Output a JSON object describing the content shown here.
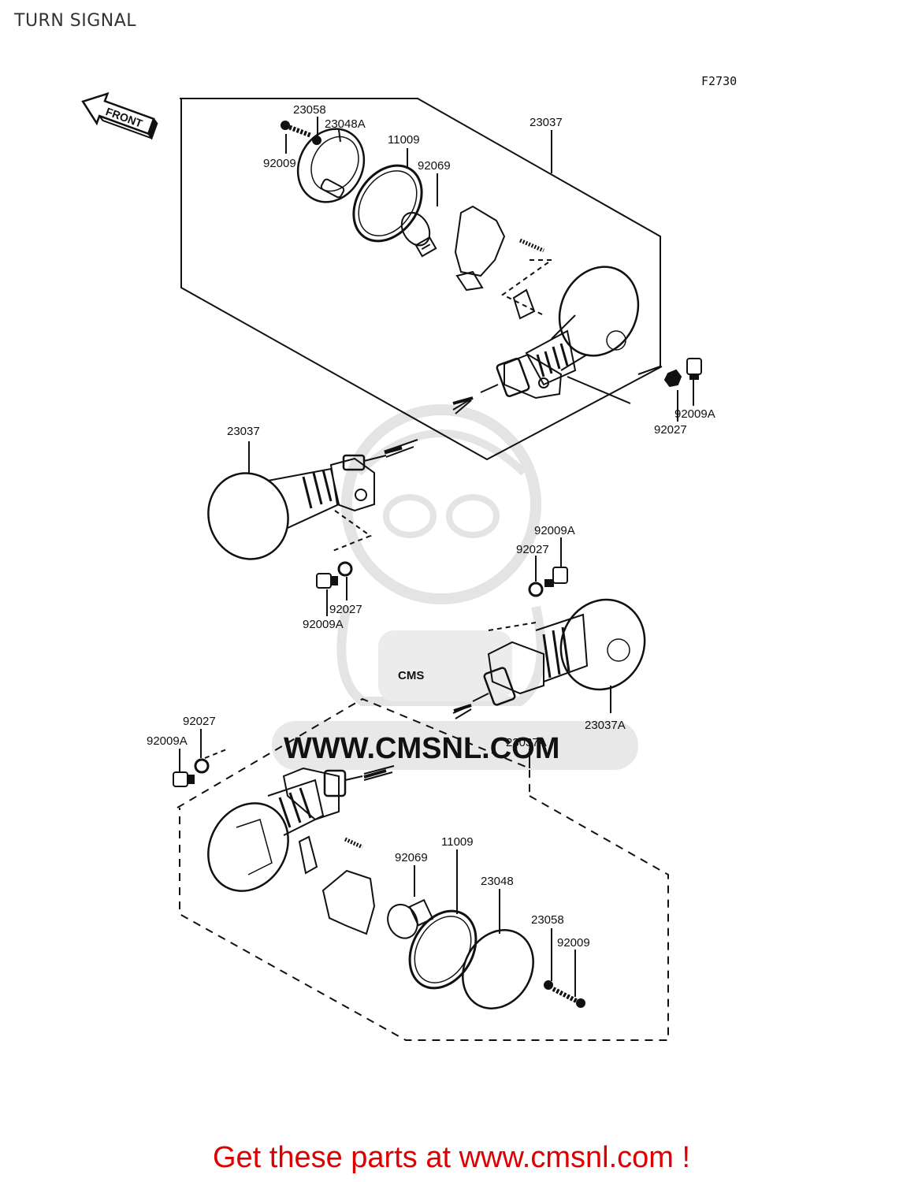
{
  "page": {
    "title": "TURN SIGNAL",
    "figure_code": "F2730",
    "front_label": "FRONT",
    "watermark_url": "WWW.CMSNL.COM",
    "watermark_logo": "CMS",
    "footer_link": "Get these parts at www.cmsnl.com !"
  },
  "colors": {
    "line": "#111111",
    "watermark": "#e4e4e4",
    "footer": "#dd0000"
  },
  "labels": {
    "top_23058": "23058",
    "top_23048A": "23048A",
    "top_92009": "92009",
    "top_11009": "11009",
    "top_92069": "92069",
    "top_23037": "23037",
    "top_92009A": "92009A",
    "top_92027": "92027",
    "mid_23037": "23037",
    "mid_92027": "92027",
    "mid_92009A": "92009A",
    "right_92009A": "92009A",
    "right_92027": "92027",
    "right_23037A": "23037A",
    "bot_92027": "92027",
    "bot_92009A": "92009A",
    "bot_23037A": "23037A",
    "bot_92069": "92069",
    "bot_11009": "11009",
    "bot_23048": "23048",
    "bot_23058": "23058",
    "bot_92009": "92009"
  }
}
